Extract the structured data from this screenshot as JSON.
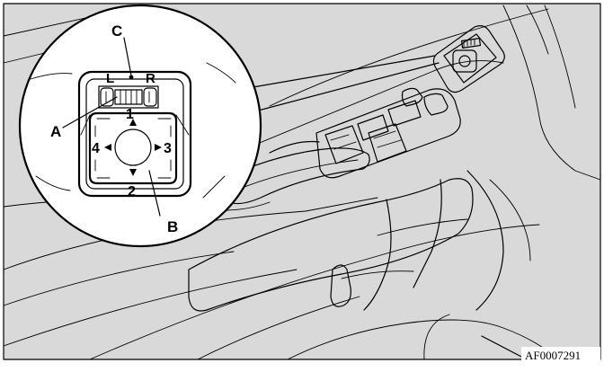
{
  "figure": {
    "figure_id": "AF0007291",
    "callouts": {
      "c": "C",
      "a": "A",
      "b": "B",
      "left": "L",
      "right": "R",
      "up": "1",
      "down": "2",
      "right_dir": "3",
      "left_dir": "4"
    },
    "colors": {
      "background": "#d9d9d9",
      "line": "#000000",
      "highlight": "#ffffff"
    }
  }
}
